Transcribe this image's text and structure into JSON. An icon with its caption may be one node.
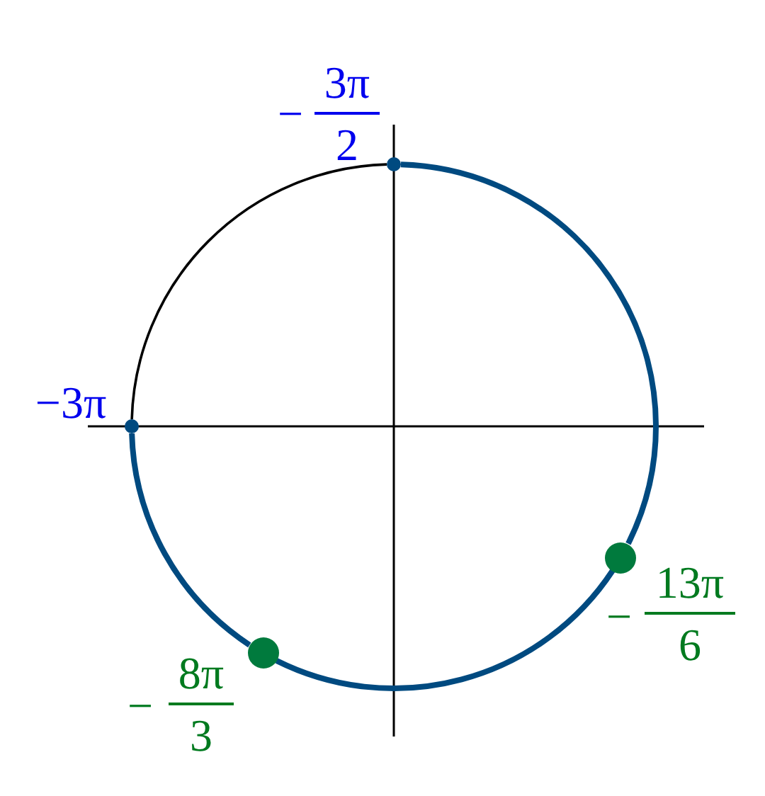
{
  "diagram": {
    "nodes": [
      {
        "text": [],
        "shape": "circle",
        "beside": [
          "−",
          "3π",
          "2"
        ]
      },
      {
        "text": [],
        "shape": "circle",
        "beside": [
          "−3π"
        ]
      },
      {
        "text": [],
        "shape": "circle",
        "beside": [
          "−",
          "13π",
          "6"
        ]
      },
      {
        "text": [],
        "shape": "circle",
        "beside": [
          "−",
          "8π",
          "3"
        ]
      }
    ],
    "edges": [
      {
        "from": 0,
        "to": 2,
        "arrow": "none",
        "color": "#004a80"
      },
      {
        "from": 2,
        "to": 3,
        "arrow": "none",
        "color": "#004a80"
      },
      {
        "from": 3,
        "to": 1,
        "arrow": "none",
        "color": "#004a80"
      },
      {
        "from": 1,
        "to": 0,
        "arrow": "none",
        "color": "#000000"
      }
    ]
  }
}
